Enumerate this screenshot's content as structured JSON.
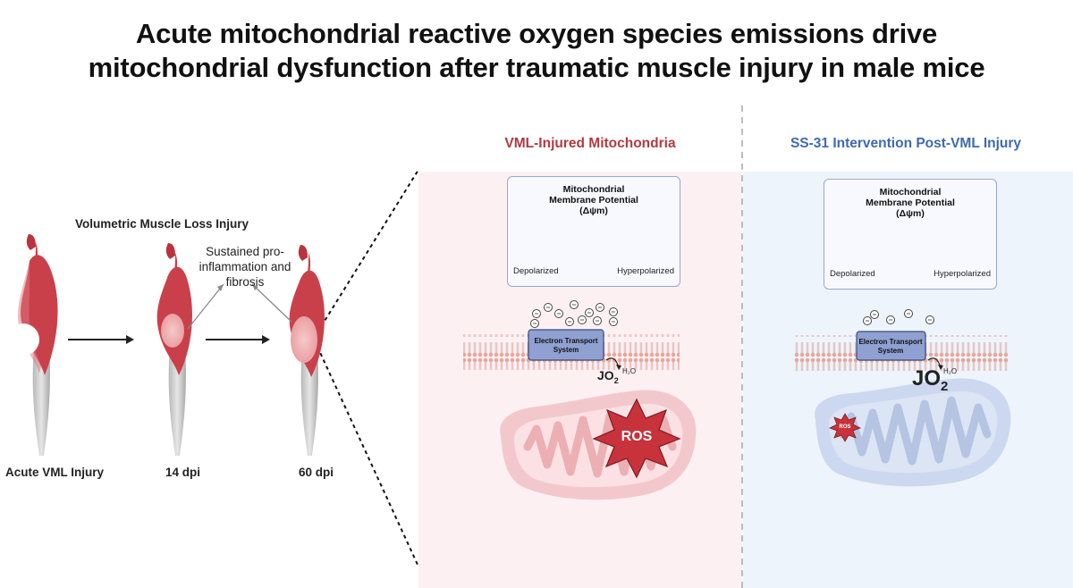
{
  "title": {
    "line1": "Acute mitochondrial reactive oxygen species emissions drive",
    "line2": "mitochondrial dysfunction after traumatic muscle injury in male mice"
  },
  "left_panel": {
    "heading": "Volumetric Muscle Loss Injury",
    "annotation": "Sustained pro-inflammation and fibrosis",
    "stages": [
      "Acute VML Injury",
      "14 dpi",
      "60 dpi"
    ]
  },
  "vml_panel": {
    "heading": "VML-Injured Mitochondria",
    "mmp_title": [
      "Mitochondrial",
      "Membrane Potential",
      "(Δψm)"
    ],
    "gauge_left": "Depolarized",
    "gauge_right": "Hyperpolarized",
    "ets_label": [
      "Electron Transport",
      "System"
    ],
    "water": "H₂O",
    "jo2": "JO",
    "jo2_sub": "2",
    "ros": "ROS"
  },
  "ss31_panel": {
    "heading": "SS-31 Intervention Post-VML Injury",
    "mmp_title": [
      "Mitochondrial",
      "Membrane Potential",
      "(Δψm)"
    ],
    "gauge_left": "Depolarized",
    "gauge_right": "Hyperpolarized",
    "ets_label": [
      "Electron Transport",
      "System"
    ],
    "water": "H₂O",
    "jo2": "JO",
    "jo2_sub": "2",
    "ros": "ROS"
  },
  "colors": {
    "vml_accent": "#b23a41",
    "ss31_accent": "#3d6ab1",
    "muscle": "#c9404a",
    "tendon": "#c8c8c8",
    "ets_box": "#8fa0d2",
    "ros_burst": "#c8323a"
  }
}
